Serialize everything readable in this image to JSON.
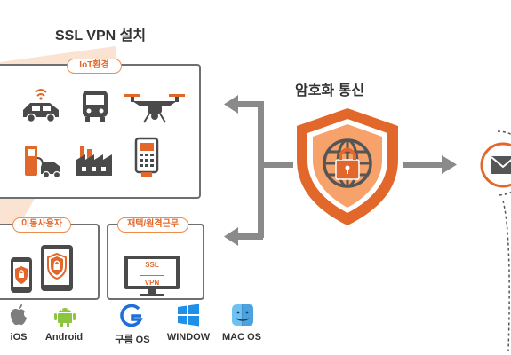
{
  "title": "SSL VPN 설치",
  "center_label": "암호화 통신",
  "iot": {
    "label": "IoT환경",
    "icons": [
      "car-icon",
      "bus-icon",
      "drone-icon",
      "ev-charger-icon",
      "factory-icon",
      "payment-terminal-icon"
    ]
  },
  "mobile": {
    "label": "이동사용자",
    "devices": [
      "smartphone-icon",
      "tablet-icon"
    ],
    "os": [
      "iOS",
      "Android"
    ]
  },
  "remote": {
    "label": "재택/원격근무",
    "monitor_text": [
      "SSL",
      "VPN"
    ],
    "os": [
      "구름 OS",
      "WINDOW",
      "MAC OS"
    ]
  },
  "colors": {
    "accent": "#e2672a",
    "accent_light": "#f6a26a",
    "panel_border": "#6f6f6f",
    "arrow": "#8a8a8a",
    "text": "#333333",
    "android_green": "#8cc63f",
    "windows_blue": "#1e90e8",
    "beam": "#fbe3d2"
  }
}
